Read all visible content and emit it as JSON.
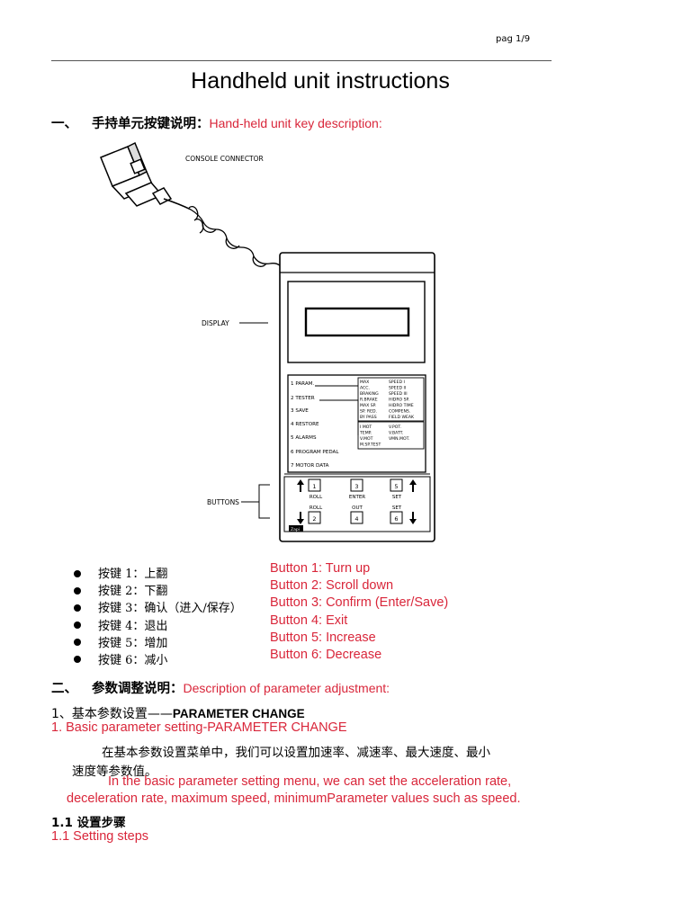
{
  "page_number": "pag 1/9",
  "title": "Handheld unit instructions",
  "section1": {
    "number": "一、",
    "zh": "手持单元按键说明：",
    "en": "Hand-held unit key description:"
  },
  "figure": {
    "console_connector": "CONSOLE CONNECTOR",
    "display": "DISPLAY",
    "buttons": "BUTTONS",
    "menu": [
      "1  PARAM.",
      "2  TESTER",
      "3  SAVE",
      "4  RESTORE",
      "5  ALARMS",
      "6  PROGRAM  PEDAL",
      "7  MOTOR  DATA"
    ],
    "param_col1": [
      "MAX",
      "ACC.",
      "BRAKING",
      "R.BRAKE",
      "MAX SP.",
      "SP. RED.",
      "BY PASS"
    ],
    "param_col2": [
      "SPEED I",
      "SPEED II",
      "SPEED III",
      "HIDRO SP.",
      "HIDRO TIME",
      "COMPENS.",
      "FIELD WEAK"
    ],
    "tester_col1": [
      "I  MOT",
      "TEMP.",
      "V.MOT",
      "M.SP.TEST"
    ],
    "tester_col2": [
      "V.POT.",
      "V.BATT.",
      "VMN.MOT."
    ],
    "key_labels": {
      "k1": "1",
      "k2": "2",
      "k3": "3",
      "k4": "4",
      "k5": "5",
      "k6": "6",
      "roll_up": "ROLL",
      "enter": "ENTER",
      "set_up": "SET",
      "roll_down": "ROLL",
      "out": "OUT",
      "set_down": "SET"
    },
    "brand": "Zapi"
  },
  "buttons_zh": [
    "按键 1：上翻",
    "按键 2：下翻",
    "按键 3：确认（进入/保存）",
    "按键 4：退出",
    "按键 5：增加",
    "按键 6：减小"
  ],
  "buttons_en": [
    "Button 1: Turn up",
    "Button 2: Scroll down",
    "Button 3: Confirm (Enter/Save)",
    "Button 4: Exit",
    "Button 5: Increase",
    "Button 6: Decrease"
  ],
  "section2": {
    "number": "二、",
    "zh": "参数调整说明：",
    "en": "Description of parameter adjustment:"
  },
  "sub1": {
    "zh_heading": "1、基本参数设置——",
    "en_heading_bold": "PARAMETER CHANGE",
    "en_translation": "1. Basic parameter setting-PARAMETER CHANGE",
    "zh_para_line1": "在基本参数设置菜单中，我们可以设置加速率、减速率、最大速度、最小",
    "zh_para_line2": "速度等参数值。",
    "en_para_line1": "In the basic parameter setting menu, we can set the acceleration rate,",
    "en_para_line2": "deceleration rate, maximum speed, minimumParameter values such as speed."
  },
  "sub11": {
    "zh": "1.1   设置步骤",
    "en": "1.1 Setting steps"
  }
}
